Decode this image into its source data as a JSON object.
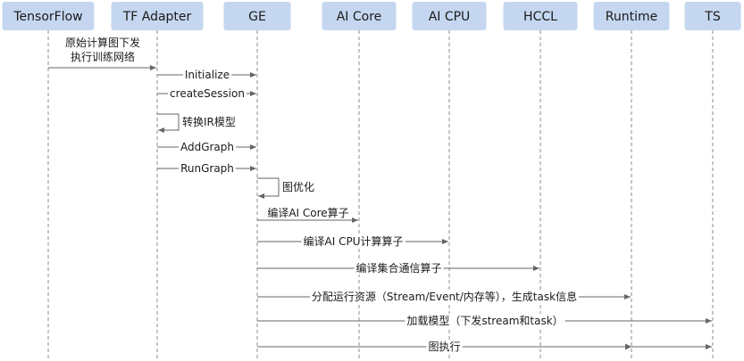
{
  "participants": [
    {
      "id": "tf",
      "label": "TensorFlow"
    },
    {
      "id": "adapter",
      "label": "TF Adapter"
    },
    {
      "id": "ge",
      "label": "GE"
    },
    {
      "id": "aicore",
      "label": "AI Core"
    },
    {
      "id": "aicpu",
      "label": "AI CPU"
    },
    {
      "id": "hccl",
      "label": "HCCL"
    },
    {
      "id": "runtime",
      "label": "Runtime"
    },
    {
      "id": "ts",
      "label": "TS"
    }
  ],
  "messages": [
    {
      "from": "tf",
      "to": "adapter",
      "lines": [
        "原始计算图下发",
        "执行训练网络"
      ]
    },
    {
      "from": "adapter",
      "to": "ge",
      "lines": [
        "Initialize"
      ]
    },
    {
      "from": "adapter",
      "to": "ge",
      "lines": [
        "createSession"
      ]
    },
    {
      "from": "adapter",
      "to": "adapter",
      "lines": [
        "转换IR模型"
      ]
    },
    {
      "from": "adapter",
      "to": "ge",
      "lines": [
        "AddGraph"
      ]
    },
    {
      "from": "adapter",
      "to": "ge",
      "lines": [
        "RunGraph"
      ]
    },
    {
      "from": "ge",
      "to": "ge",
      "lines": [
        "图优化"
      ]
    },
    {
      "from": "ge",
      "to": "aicore",
      "lines": [
        "编译AI Core算子"
      ]
    },
    {
      "from": "ge",
      "to": "aicpu",
      "lines": [
        "编译AI CPU计算算子"
      ]
    },
    {
      "from": "ge",
      "to": "hccl",
      "lines": [
        "编译集合通信算子"
      ]
    },
    {
      "from": "ge",
      "to": "runtime",
      "lines": [
        "分配运行资源（Stream/Event/内存等），生成task信息"
      ]
    },
    {
      "from": "ge",
      "to": "ts",
      "lines": [
        "加载模型（下发stream和task）"
      ]
    },
    {
      "from": "ge",
      "to": "ts",
      "lines": [
        "图执行"
      ],
      "via": "runtime"
    }
  ],
  "colors": {
    "header_fill": "#c5d7f0",
    "header_text": "#1a1a1a",
    "lifeline": "#8c8c8c",
    "arrow": "#666666",
    "text": "#1a1a1a"
  }
}
